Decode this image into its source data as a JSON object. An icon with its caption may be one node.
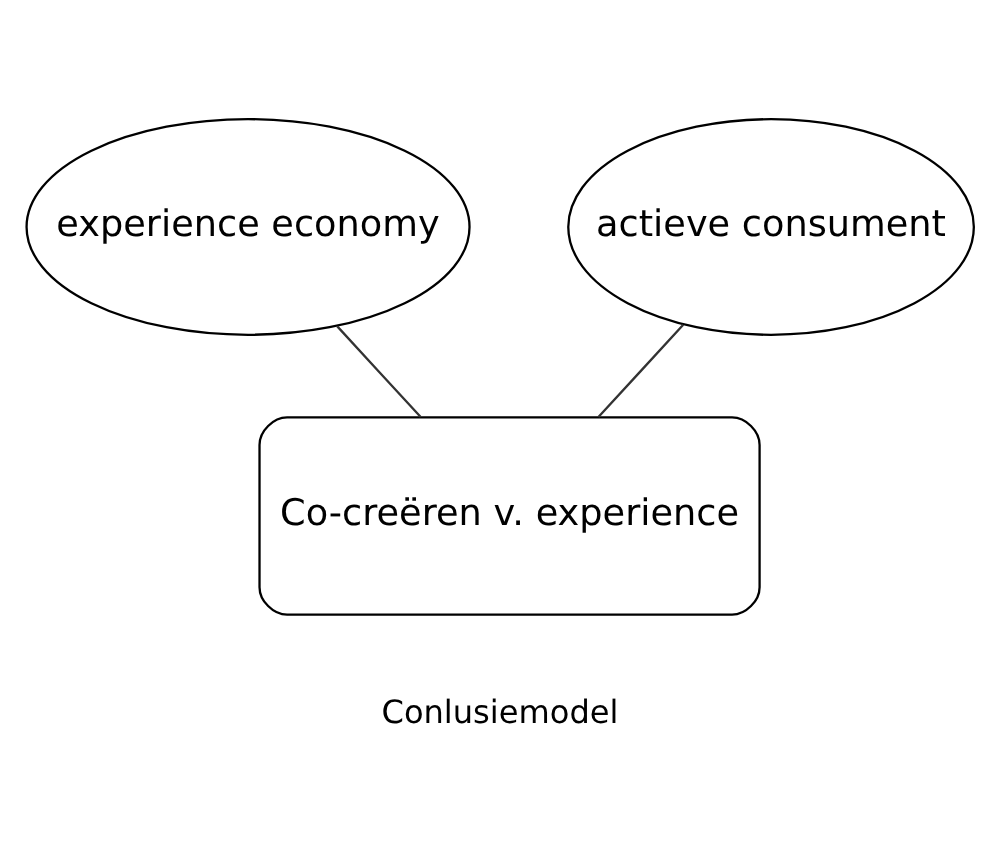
{
  "diagram": {
    "caption": "Conlusiemodel",
    "nodes": [
      {
        "text": [
          "experience economy"
        ]
      },
      {
        "text": [
          "actieve consument"
        ]
      },
      {
        "text": [
          "Co-creëren v. experience"
        ]
      }
    ],
    "edges": [
      {
        "from": 0,
        "to": 2,
        "arrow": "none"
      },
      {
        "from": 1,
        "to": 2,
        "arrow": "none"
      }
    ]
  }
}
